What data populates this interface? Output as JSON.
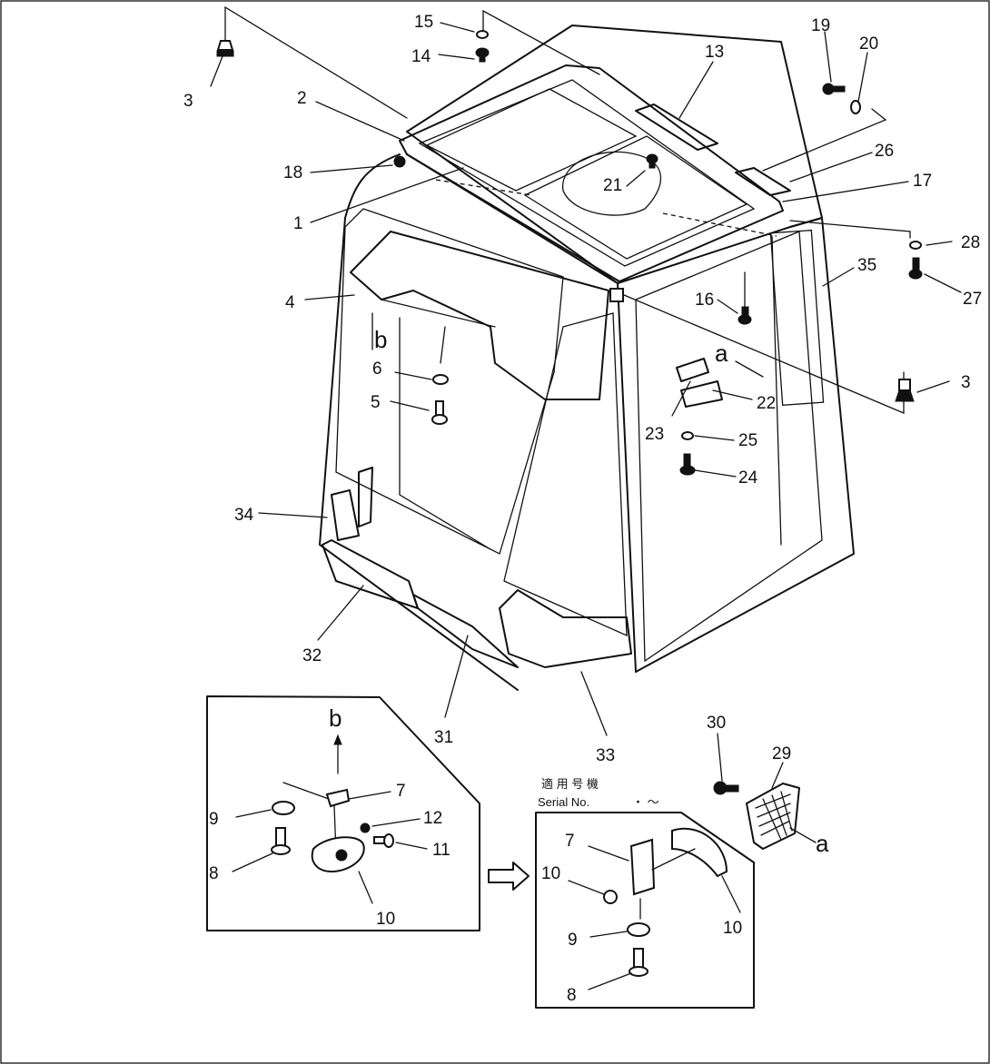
{
  "diagram": {
    "callouts": [
      {
        "id": "c3a",
        "text": "3"
      },
      {
        "id": "c3b",
        "text": "3"
      },
      {
        "id": "c2",
        "text": "2"
      },
      {
        "id": "c15",
        "text": "15"
      },
      {
        "id": "c14",
        "text": "14"
      },
      {
        "id": "c13",
        "text": "13"
      },
      {
        "id": "c19",
        "text": "19"
      },
      {
        "id": "c20",
        "text": "20"
      },
      {
        "id": "c26",
        "text": "26"
      },
      {
        "id": "c17",
        "text": "17"
      },
      {
        "id": "c18",
        "text": "18"
      },
      {
        "id": "c21",
        "text": "21"
      },
      {
        "id": "c1",
        "text": "1"
      },
      {
        "id": "c28",
        "text": "28"
      },
      {
        "id": "c35",
        "text": "35"
      },
      {
        "id": "c27",
        "text": "27"
      },
      {
        "id": "c4",
        "text": "4"
      },
      {
        "id": "c16",
        "text": "16"
      },
      {
        "id": "c6",
        "text": "6"
      },
      {
        "id": "c5",
        "text": "5"
      },
      {
        "id": "c22",
        "text": "22"
      },
      {
        "id": "c23",
        "text": "23"
      },
      {
        "id": "c25",
        "text": "25"
      },
      {
        "id": "c24",
        "text": "24"
      },
      {
        "id": "c34",
        "text": "34"
      },
      {
        "id": "c32",
        "text": "32"
      },
      {
        "id": "c31",
        "text": "31"
      },
      {
        "id": "c33",
        "text": "33"
      },
      {
        "id": "c30",
        "text": "30"
      },
      {
        "id": "c29",
        "text": "29"
      },
      {
        "id": "c7a",
        "text": "7"
      },
      {
        "id": "c9a",
        "text": "9"
      },
      {
        "id": "c12",
        "text": "12"
      },
      {
        "id": "c11",
        "text": "11"
      },
      {
        "id": "c8a",
        "text": "8"
      },
      {
        "id": "c10a",
        "text": "10"
      },
      {
        "id": "c7b",
        "text": "7"
      },
      {
        "id": "c10b",
        "text": "10"
      },
      {
        "id": "c10c",
        "text": "10"
      },
      {
        "id": "c9b",
        "text": "9"
      },
      {
        "id": "c8b",
        "text": "8"
      }
    ],
    "view_marks": {
      "a_main": "a",
      "a_grille": "a",
      "b_main": "b",
      "b_detail": "b"
    },
    "serial": {
      "kanji": "適 用 号 機",
      "label": "Serial No.",
      "range": "・ ～"
    }
  }
}
